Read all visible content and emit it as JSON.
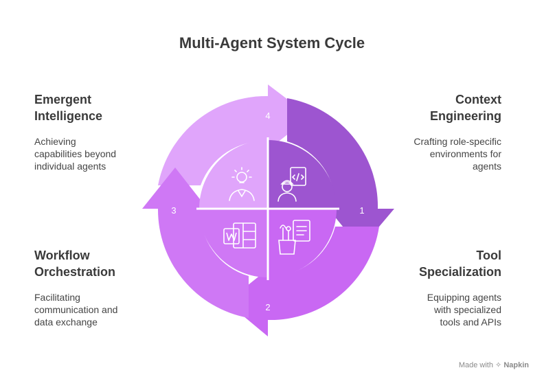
{
  "title": "Multi-Agent System Cycle",
  "colors": {
    "step1": "#9d55d0",
    "step2": "#c968f3",
    "step3": "#cf78f5",
    "step4": "#e0a5fb",
    "inner_light": "#ffffff"
  },
  "steps": [
    {
      "number": "1",
      "heading_line1": "Context",
      "heading_line2": "Engineering",
      "desc": [
        "Crafting role-specific",
        "environments for",
        "agents"
      ],
      "icon": "developer-icon"
    },
    {
      "number": "2",
      "heading_line1": "Tool",
      "heading_line2": "Specialization",
      "desc": [
        "Equipping agents",
        "with specialized",
        "tools and APIs"
      ],
      "icon": "tools-document-icon"
    },
    {
      "number": "3",
      "heading_line1": "Workflow",
      "heading_line2": "Orchestration",
      "desc": [
        "Facilitating",
        "communication and",
        "data exchange"
      ],
      "icon": "spreadsheet-doc-icon"
    },
    {
      "number": "4",
      "heading_line1": "Emergent",
      "heading_line2": "Intelligence",
      "desc": [
        "Achieving",
        "capabilities beyond",
        "individual agents"
      ],
      "icon": "idea-person-icon"
    }
  ],
  "footer": {
    "prefix": "Made with",
    "brand": "Napkin"
  }
}
